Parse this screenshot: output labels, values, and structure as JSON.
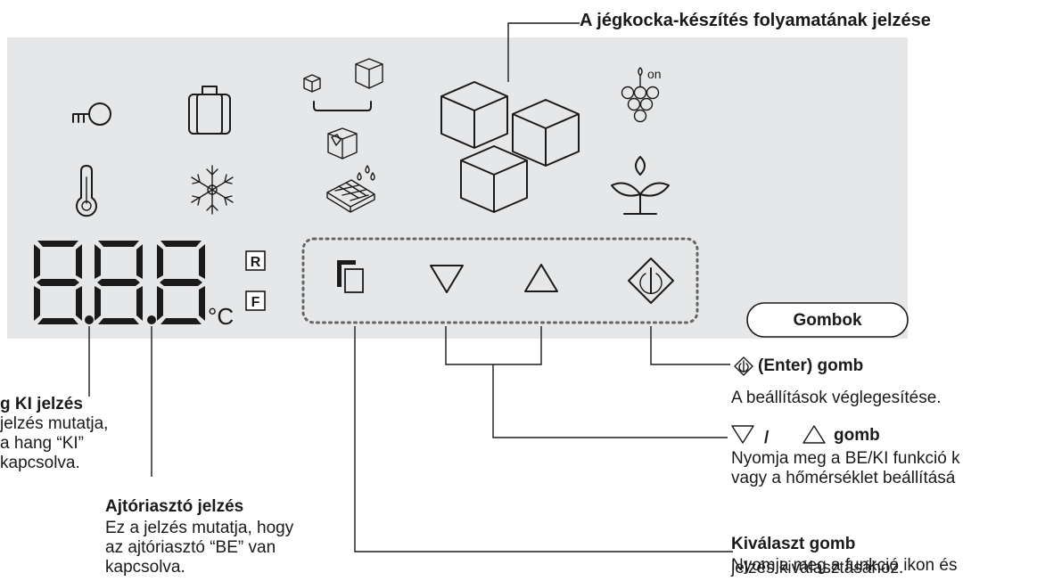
{
  "display": {
    "unit_c": "°C",
    "badge_r": "R",
    "badge_f": "F",
    "grape_on": "on"
  },
  "annotations": {
    "ice_process": "A jégkocka-készítés folyamatának jelzése",
    "buttons_pill": "Gombok",
    "enter_title": "(Enter) gomb",
    "enter_desc": "A beállítások véglegesítése.",
    "updown_title": "gomb",
    "updown_desc_1": "Nyomja meg a BE/KI funkció k",
    "updown_desc_2": "vagy a hőmérséklet beállításá",
    "select_title": "Kiválaszt gomb",
    "select_desc_1": "Nyomja meg a funkció ikon és",
    "select_desc_2": "jelzés kiválasztásához.",
    "sound_title": "g KI jelzés",
    "sound_desc_1": "jelzés mutatja,",
    "sound_desc_2": "a hang “KI”",
    "sound_desc_3": "kapcsolva.",
    "door_title": "Ajtóriasztó jelzés",
    "door_desc_1": "Ez a jelzés mutatja, hogy",
    "door_desc_2": "az ajtóriasztó “BE” van",
    "door_desc_3": "kapcsolva."
  },
  "colors": {
    "panel": "#e6e7e8",
    "ink": "#1a1a1a"
  },
  "icons": [
    "key-icon",
    "suitcase-icon",
    "ice-size-icon",
    "ice-cubes-icon",
    "grape-icon",
    "thermometer-icon",
    "snowflake-icon",
    "defrost-ice-icon",
    "ice-tray-icon",
    "leaf-icon",
    "select-icon",
    "down-triangle-icon",
    "up-triangle-icon",
    "enter-icon"
  ]
}
